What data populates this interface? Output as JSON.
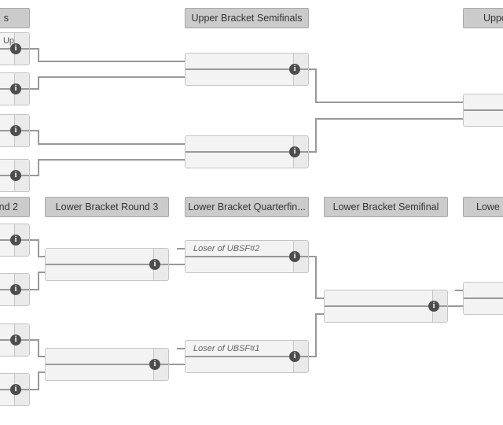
{
  "widget": {
    "kind": "double-elimination-bracket"
  },
  "colors": {
    "background": "#ffffff",
    "header_bg": "#cbcbcb",
    "header_border": "#a8a8a8",
    "header_text": "#333333",
    "match_bg": "#f3f3f3",
    "match_border": "#c5c5c5",
    "score_cell_bg": "#eaeaea",
    "connector_line": "#999999",
    "info_icon_bg": "#4d4d4d",
    "info_icon_fg": "#ffffff",
    "placeholder_text": "#666666"
  },
  "icons": {
    "info_glyph": "i"
  },
  "headers": [
    {
      "id": "h-ub-qf",
      "label": "s"
    },
    {
      "id": "h-ub-sf",
      "label": "Upper Bracket Semifinals"
    },
    {
      "id": "h-ub-f",
      "label": "Uppe"
    },
    {
      "id": "h-lb-r2",
      "label": "nd 2"
    },
    {
      "id": "h-lb-r3",
      "label": "Lower Bracket Round 3"
    },
    {
      "id": "h-lb-qf",
      "label": "Lower Bracket Quarterfin..."
    },
    {
      "id": "h-lb-sf",
      "label": "Lower Bracket Semifinal"
    },
    {
      "id": "h-lb-f",
      "label": "Lowe"
    }
  ],
  "matches": [
    {
      "id": "ub-qf-1",
      "slots": [
        {
          "label": "Up",
          "placeholder": false
        },
        {
          "label": "",
          "placeholder": false
        }
      ],
      "info_icon": true
    },
    {
      "id": "ub-qf-2",
      "slots": [
        {
          "label": "",
          "placeholder": false
        },
        {
          "label": "",
          "placeholder": false
        }
      ],
      "info_icon": true
    },
    {
      "id": "ub-qf-3",
      "slots": [
        {
          "label": "",
          "placeholder": false
        },
        {
          "label": "",
          "placeholder": false
        }
      ],
      "info_icon": true
    },
    {
      "id": "ub-qf-4",
      "slots": [
        {
          "label": "",
          "placeholder": false
        },
        {
          "label": "",
          "placeholder": false
        }
      ],
      "info_icon": true
    },
    {
      "id": "ub-sf-1",
      "slots": [
        {
          "label": "",
          "placeholder": false
        },
        {
          "label": "",
          "placeholder": false
        }
      ],
      "info_icon": true
    },
    {
      "id": "ub-sf-2",
      "slots": [
        {
          "label": "",
          "placeholder": false
        },
        {
          "label": "",
          "placeholder": false
        }
      ],
      "info_icon": true
    },
    {
      "id": "ub-final",
      "slots": [
        {
          "label": "",
          "placeholder": false
        },
        {
          "label": "",
          "placeholder": false
        }
      ],
      "info_icon": true
    },
    {
      "id": "lb-r2-1",
      "slots": [
        {
          "label": "",
          "placeholder": false
        },
        {
          "label": "",
          "placeholder": false
        }
      ],
      "info_icon": true
    },
    {
      "id": "lb-r2-2",
      "slots": [
        {
          "label": "",
          "placeholder": false
        },
        {
          "label": "",
          "placeholder": false
        }
      ],
      "info_icon": true
    },
    {
      "id": "lb-r2-3",
      "slots": [
        {
          "label": "",
          "placeholder": false
        },
        {
          "label": "",
          "placeholder": false
        }
      ],
      "info_icon": true
    },
    {
      "id": "lb-r2-4",
      "slots": [
        {
          "label": "",
          "placeholder": false
        },
        {
          "label": "",
          "placeholder": false
        }
      ],
      "info_icon": true
    },
    {
      "id": "lb-r3-1",
      "slots": [
        {
          "label": "",
          "placeholder": false
        },
        {
          "label": "",
          "placeholder": false
        }
      ],
      "info_icon": true
    },
    {
      "id": "lb-r3-2",
      "slots": [
        {
          "label": "",
          "placeholder": false
        },
        {
          "label": "",
          "placeholder": false
        }
      ],
      "info_icon": true
    },
    {
      "id": "lb-qf-1",
      "slots": [
        {
          "label": "Loser of UBSF#2",
          "placeholder": true
        },
        {
          "label": "",
          "placeholder": false
        }
      ],
      "info_icon": true
    },
    {
      "id": "lb-qf-2",
      "slots": [
        {
          "label": "Loser of UBSF#1",
          "placeholder": true
        },
        {
          "label": "",
          "placeholder": false
        }
      ],
      "info_icon": true
    },
    {
      "id": "lb-sf",
      "slots": [
        {
          "label": "",
          "placeholder": false
        },
        {
          "label": "",
          "placeholder": false
        }
      ],
      "info_icon": true
    },
    {
      "id": "lb-final",
      "slots": [
        {
          "label": "",
          "placeholder": false
        },
        {
          "label": "",
          "placeholder": false
        }
      ],
      "info_icon": true
    }
  ]
}
